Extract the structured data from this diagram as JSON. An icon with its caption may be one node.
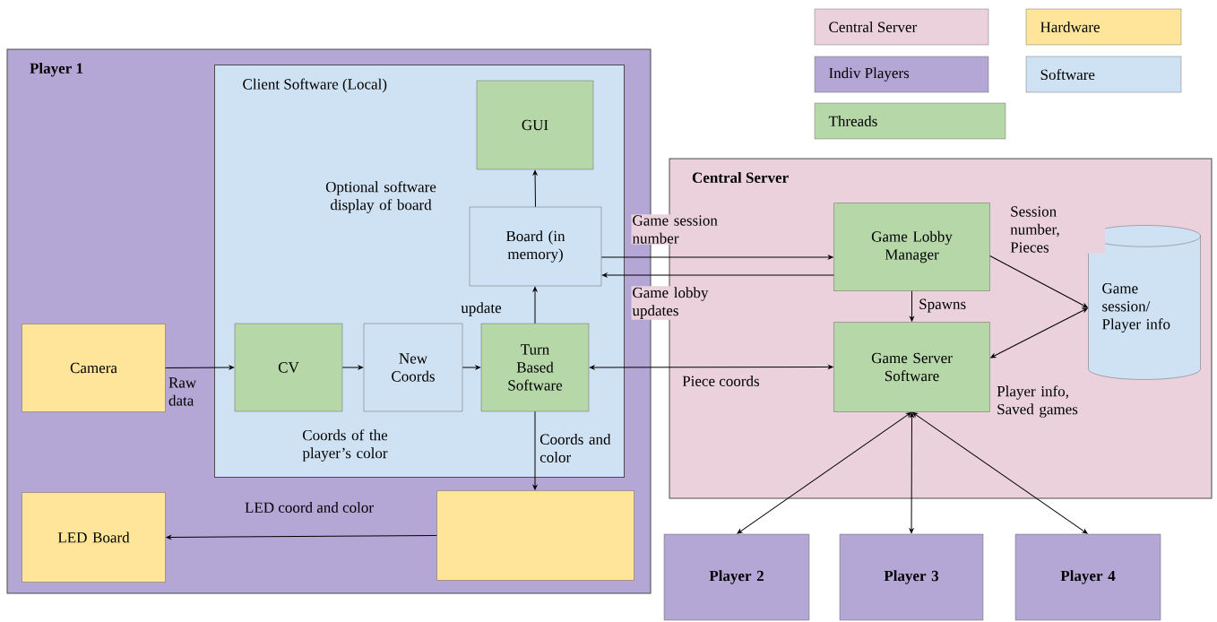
{
  "diagram": {
    "nodes": [
      {
        "text": [
          "Player 1"
        ]
      },
      {
        "text": [
          "Client Software (Local)"
        ],
        "in": 0
      },
      {
        "text": [
          "GUI"
        ],
        "in": 1
      },
      {
        "text": [
          "Board (in memory)"
        ],
        "in": 1
      },
      {
        "text": [
          "CV"
        ],
        "in": 1
      },
      {
        "text": [
          "New Coords"
        ],
        "in": 1
      },
      {
        "text": [
          "Turn Based Software"
        ],
        "in": 1
      },
      {
        "text": [
          "Camera"
        ],
        "in": 0
      },
      {
        "text": [
          "LED Board"
        ],
        "in": 0
      },
      {
        "text": [],
        "shape": "box",
        "in": 0
      },
      {
        "text": [
          "Central Server"
        ]
      },
      {
        "text": [
          "Game Lobby Manager"
        ],
        "in": 10
      },
      {
        "text": [
          "Game Server Software"
        ],
        "in": 10
      },
      {
        "text": [
          "Game session/ Player info"
        ],
        "in": 10
      },
      {
        "text": [
          "Player 2"
        ]
      },
      {
        "text": [
          "Player 3"
        ]
      },
      {
        "text": [
          "Player 4"
        ]
      }
    ],
    "edges": [
      {
        "from": 7,
        "to": 4,
        "arrow": "to",
        "label": "Raw data"
      },
      {
        "from": 4,
        "to": 5,
        "arrow": "to"
      },
      {
        "from": 5,
        "to": 6,
        "arrow": "to"
      },
      {
        "from": 6,
        "to": 3,
        "arrow": "to",
        "label": "update"
      },
      {
        "from": 3,
        "to": 2,
        "arrow": "to"
      },
      {
        "from": 3,
        "to": 11,
        "arrow": "to",
        "label": "Game session number"
      },
      {
        "from": 11,
        "to": 3,
        "arrow": "to",
        "label": "Game lobby updates"
      },
      {
        "from": 6,
        "to": 12,
        "arrow": "both",
        "label": "Piece coords"
      },
      {
        "from": 11,
        "to": 12,
        "arrow": "to",
        "label": "Spawns"
      },
      {
        "from": 11,
        "to": 13,
        "arrow": "to",
        "label": "Session number, Pieces"
      },
      {
        "from": 12,
        "to": 13,
        "arrow": "both",
        "label": "Player info, Saved games"
      },
      {
        "from": 6,
        "to": 9,
        "arrow": "to",
        "label": "Coords and color"
      },
      {
        "from": 9,
        "to": 8,
        "arrow": "to",
        "label": "LED coord and color"
      },
      {
        "from": 12,
        "to": 14,
        "arrow": "both"
      },
      {
        "from": 12,
        "to": 15,
        "arrow": "both"
      },
      {
        "from": 12,
        "to": 16,
        "arrow": "both"
      }
    ],
    "labels": [
      "Optional software display of board",
      "Coords of the player’s color"
    ],
    "legend": [
      {
        "text": "Central Server",
        "color": "#ead1dc"
      },
      {
        "text": "Hardware",
        "color": "#ffe599"
      },
      {
        "text": "Indiv Players",
        "color": "#b4a7d6"
      },
      {
        "text": "Software",
        "color": "#cfe2f3"
      },
      {
        "text": "Threads",
        "color": "#b6d7a8"
      }
    ]
  }
}
